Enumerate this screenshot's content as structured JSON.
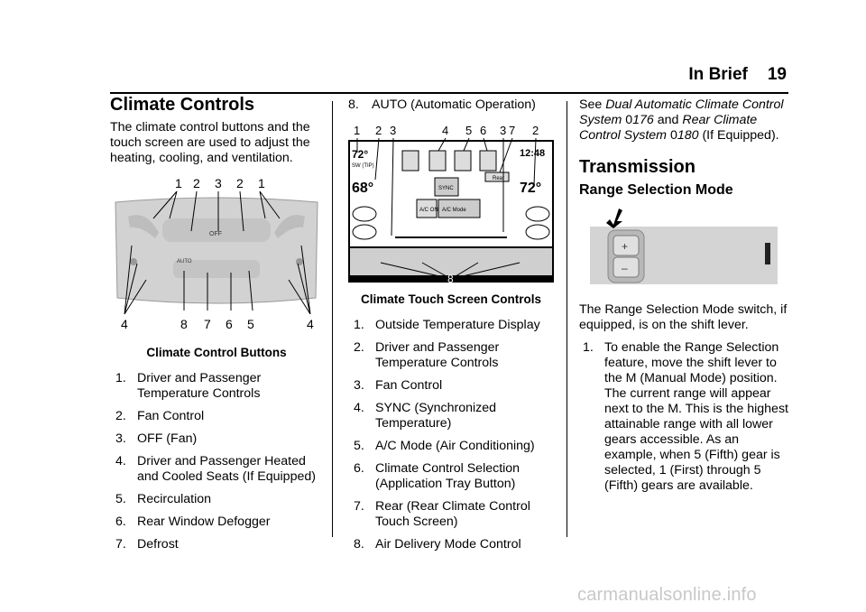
{
  "header": {
    "section": "In Brief",
    "page": "19"
  },
  "col1": {
    "title": "Climate Controls",
    "intro": "The climate control buttons and the touch screen are used to adjust the heating, cooling, and ventilation.",
    "figure_callouts_top": [
      "1",
      "2",
      "3",
      "2",
      "1"
    ],
    "figure_callouts_bottom": [
      "4",
      "8",
      "7",
      "6",
      "5",
      "4"
    ],
    "button_labels": {
      "off": "OFF",
      "auto": "AUTO"
    },
    "caption": "Climate Control Buttons",
    "items": [
      {
        "num": "1.",
        "text": "Driver and Passenger Temperature Controls"
      },
      {
        "num": "2.",
        "text": "Fan Control"
      },
      {
        "num": "3.",
        "text": "OFF (Fan)"
      },
      {
        "num": "4.",
        "text": "Driver and Passenger Heated and Cooled Seats (If Equipped)"
      },
      {
        "num": "5.",
        "text": "Recirculation"
      },
      {
        "num": "6.",
        "text": "Rear Window Defogger"
      },
      {
        "num": "7.",
        "text": "Defrost"
      }
    ]
  },
  "col2": {
    "item8": {
      "num": "8.",
      "text": "AUTO (Automatic Operation)"
    },
    "figure_callouts_top": [
      "1",
      "2",
      "3",
      "4",
      "5",
      "6",
      "3",
      "7",
      "2"
    ],
    "figure_callout_bottom": "8",
    "screen": {
      "outside_temp": "72°",
      "outside_label": "SW (TIP)",
      "clock": "12:48",
      "left_temp": "68°",
      "right_temp": "72°",
      "sync": "SYNC",
      "ac": "A/C ON",
      "ac_mode": "A/C Mode",
      "rear": "Rear"
    },
    "caption": "Climate Touch Screen Controls",
    "items": [
      {
        "num": "1.",
        "text": "Outside Temperature Display"
      },
      {
        "num": "2.",
        "text": "Driver and Passenger Temperature Controls"
      },
      {
        "num": "3.",
        "text": "Fan Control"
      },
      {
        "num": "4.",
        "text": "SYNC (Synchronized Temperature)"
      },
      {
        "num": "5.",
        "text": "A/C Mode (Air Conditioning)"
      },
      {
        "num": "6.",
        "text": "Climate Control Selection (Application Tray Button)"
      },
      {
        "num": "7.",
        "text": "Rear (Rear Climate Control Touch Screen)"
      },
      {
        "num": "8.",
        "text": "Air Delivery Mode Control"
      }
    ]
  },
  "col3": {
    "see": {
      "pre": "See ",
      "ref1": "Dual Automatic Climate Control System",
      "page1": "176",
      "mid": " and ",
      "ref2": "Rear Climate Control System",
      "page2": "180",
      "post": " (If Equipped).",
      "arrow": "0"
    },
    "title": "Transmission",
    "subtitle": "Range Selection Mode",
    "figure_labels": {
      "plus": "+",
      "minus": "–"
    },
    "para": "The Range Selection Mode switch, if equipped, is on the shift lever.",
    "items": [
      {
        "num": "1.",
        "text": "To enable the Range Selection feature, move the shift lever to the M (Manual Mode) position. The current range will appear next to the M. This is the highest attainable range with all lower gears accessible. As an example, when 5 (Fifth) gear is selected, 1 (First) through 5 (Fifth) gears are available."
      }
    ]
  },
  "footer": {
    "watermark": "carmanualsonline.info"
  }
}
